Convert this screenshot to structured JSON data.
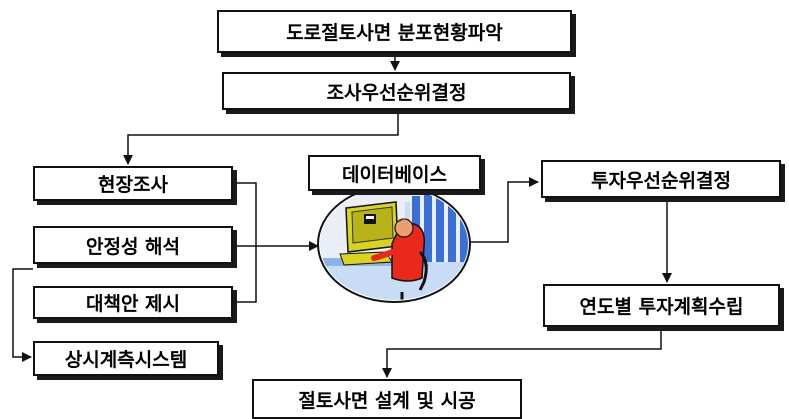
{
  "flowchart": {
    "top": "도로절토사면 분포현황파악",
    "survey_priority": "조사우선순위결정",
    "field_survey": "현장조사",
    "stability_analysis": "안정성 해석",
    "countermeasure": "대책안 제시",
    "monitoring": "상시계측시스템",
    "database": "데이터베이스",
    "investment_priority": "투자우선순위결정",
    "yearly_plan": "연도별 투자계획수립",
    "design_construction": "절토사면 설계 및 시공"
  },
  "colors": {
    "line": "#111111",
    "screen_yellow": "#d8d41c",
    "shirt_red": "#e8291c",
    "blue_panel": "#3a6fd8",
    "pale_blue": "#c9dcf5"
  },
  "illustration": {
    "icon": "person-at-computer-icon"
  }
}
